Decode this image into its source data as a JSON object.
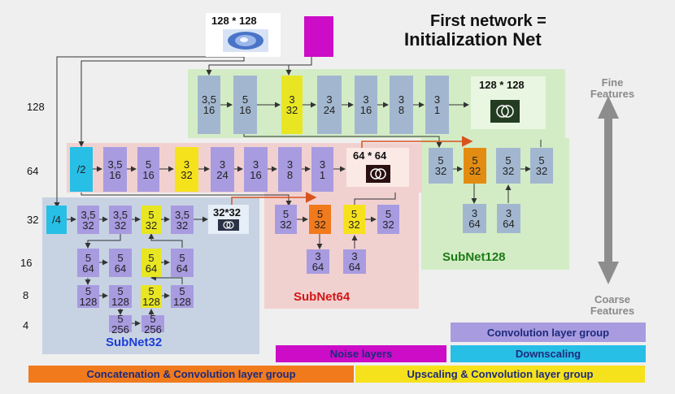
{
  "title": {
    "line1": "First network =",
    "line2": "Initialization Net"
  },
  "input_image_label": "128 * 128",
  "row_labels": [
    "128",
    "64",
    "32",
    "16",
    "8",
    "4"
  ],
  "side_labels": {
    "fine": "Fine\nFeatures",
    "coarse": "Coarse\nFeatures"
  },
  "subnets": {
    "s128": "SubNet128",
    "s64": "SubNet64",
    "s32": "SubNet32"
  },
  "outputs": {
    "o128": "128 * 128",
    "o64": "64 * 64",
    "o32": "32*32"
  },
  "legend": {
    "conv": "Convolution layer group",
    "noise": "Noise layers",
    "down": "Downscaling",
    "concat": "Concatenation & Convolution layer group",
    "upscale": "Upscaling & Convolution layer group"
  },
  "boxes128": {
    "b1": [
      "3,5",
      "16"
    ],
    "b2": [
      "5",
      "16"
    ],
    "b3": [
      "3",
      "32"
    ],
    "b4": [
      "3",
      "24"
    ],
    "b5": [
      "3",
      "16"
    ],
    "b6": [
      "3",
      "8"
    ],
    "b7": [
      "3",
      "1"
    ]
  },
  "boxes64": {
    "down": "/2",
    "b1": [
      "3,5",
      "16"
    ],
    "b2": [
      "5",
      "16"
    ],
    "b3": [
      "3",
      "32"
    ],
    "b4": [
      "3",
      "24"
    ],
    "b5": [
      "3",
      "16"
    ],
    "b6": [
      "3",
      "8"
    ],
    "b7": [
      "3",
      "1"
    ]
  },
  "boxes32": {
    "down": "/4",
    "b1": [
      "3,5",
      "32"
    ],
    "b2": [
      "3,5",
      "32"
    ],
    "b3": [
      "5",
      "32"
    ],
    "b4": [
      "3,5",
      "32"
    ]
  },
  "boxes16": {
    "b1": [
      "5",
      "64"
    ],
    "b2": [
      "5",
      "64"
    ],
    "b3": [
      "5",
      "64"
    ],
    "b4": [
      "5",
      "64"
    ]
  },
  "boxes8": {
    "b1": [
      "5",
      "128"
    ],
    "b2": [
      "5",
      "128"
    ],
    "b3": [
      "5",
      "128"
    ],
    "b4": [
      "5",
      "128"
    ]
  },
  "boxes4": {
    "b1": [
      "5",
      "256"
    ],
    "b2": [
      "5",
      "256"
    ]
  },
  "sub64": {
    "a": [
      "5",
      "32"
    ],
    "b": [
      "5",
      "32"
    ],
    "c": [
      "5",
      "32"
    ],
    "d": [
      "5",
      "32"
    ],
    "e": [
      "3",
      "64"
    ],
    "f": [
      "3",
      "64"
    ]
  },
  "sub128": {
    "a": [
      "5",
      "32"
    ],
    "b": [
      "5",
      "32"
    ],
    "c": [
      "5",
      "32"
    ],
    "d": [
      "5",
      "32"
    ],
    "e": [
      "3",
      "64"
    ],
    "f": [
      "3",
      "64"
    ]
  },
  "colors": {
    "conv": "#a89be0",
    "noise": "#cc0cc6",
    "down": "#27bfe6",
    "concat": "#f07a1c",
    "upscale": "#f6e21c"
  }
}
